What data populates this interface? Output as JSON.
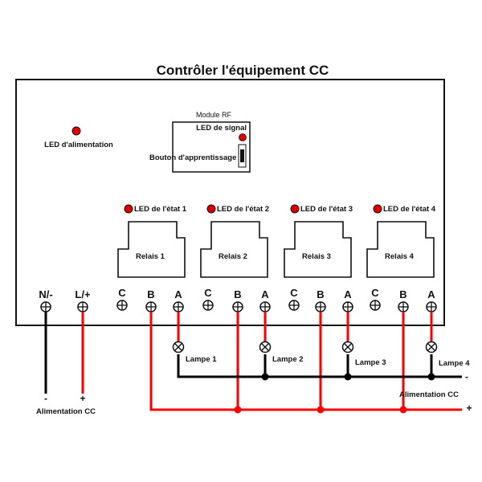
{
  "title": "Contrôler l'équipement CC",
  "power_led": {
    "label": "LED d'alimentation",
    "color": "#e00000"
  },
  "rf_module": {
    "title": "Module RF",
    "signal_led_label": "LED de signal",
    "learn_button_label": "Bouton d'apprentissage"
  },
  "relays": [
    {
      "led_label": "LED de l'état 1",
      "label": "Relais 1"
    },
    {
      "led_label": "LED de l'état 2",
      "label": "Relais 2"
    },
    {
      "led_label": "LED de l'état 3",
      "label": "Relais 3"
    },
    {
      "led_label": "LED de l'état 4",
      "label": "Relais 4"
    }
  ],
  "terminals": [
    "N/-",
    "L/+",
    "C",
    "B",
    "A",
    "C",
    "B",
    "A",
    "C",
    "B",
    "A",
    "C",
    "B",
    "A"
  ],
  "lamps": [
    "Lampe 1",
    "Lampe 2",
    "Lampe 3",
    "Lampe 4"
  ],
  "power_input": {
    "minus": "-",
    "plus": "+",
    "label": "Alimentation CC"
  },
  "bus": {
    "minus": "-",
    "plus": "+",
    "label": "Alimentation CC"
  },
  "colors": {
    "wire_positive": "#ff0000",
    "wire_negative": "#000000",
    "led": "#e00000"
  }
}
